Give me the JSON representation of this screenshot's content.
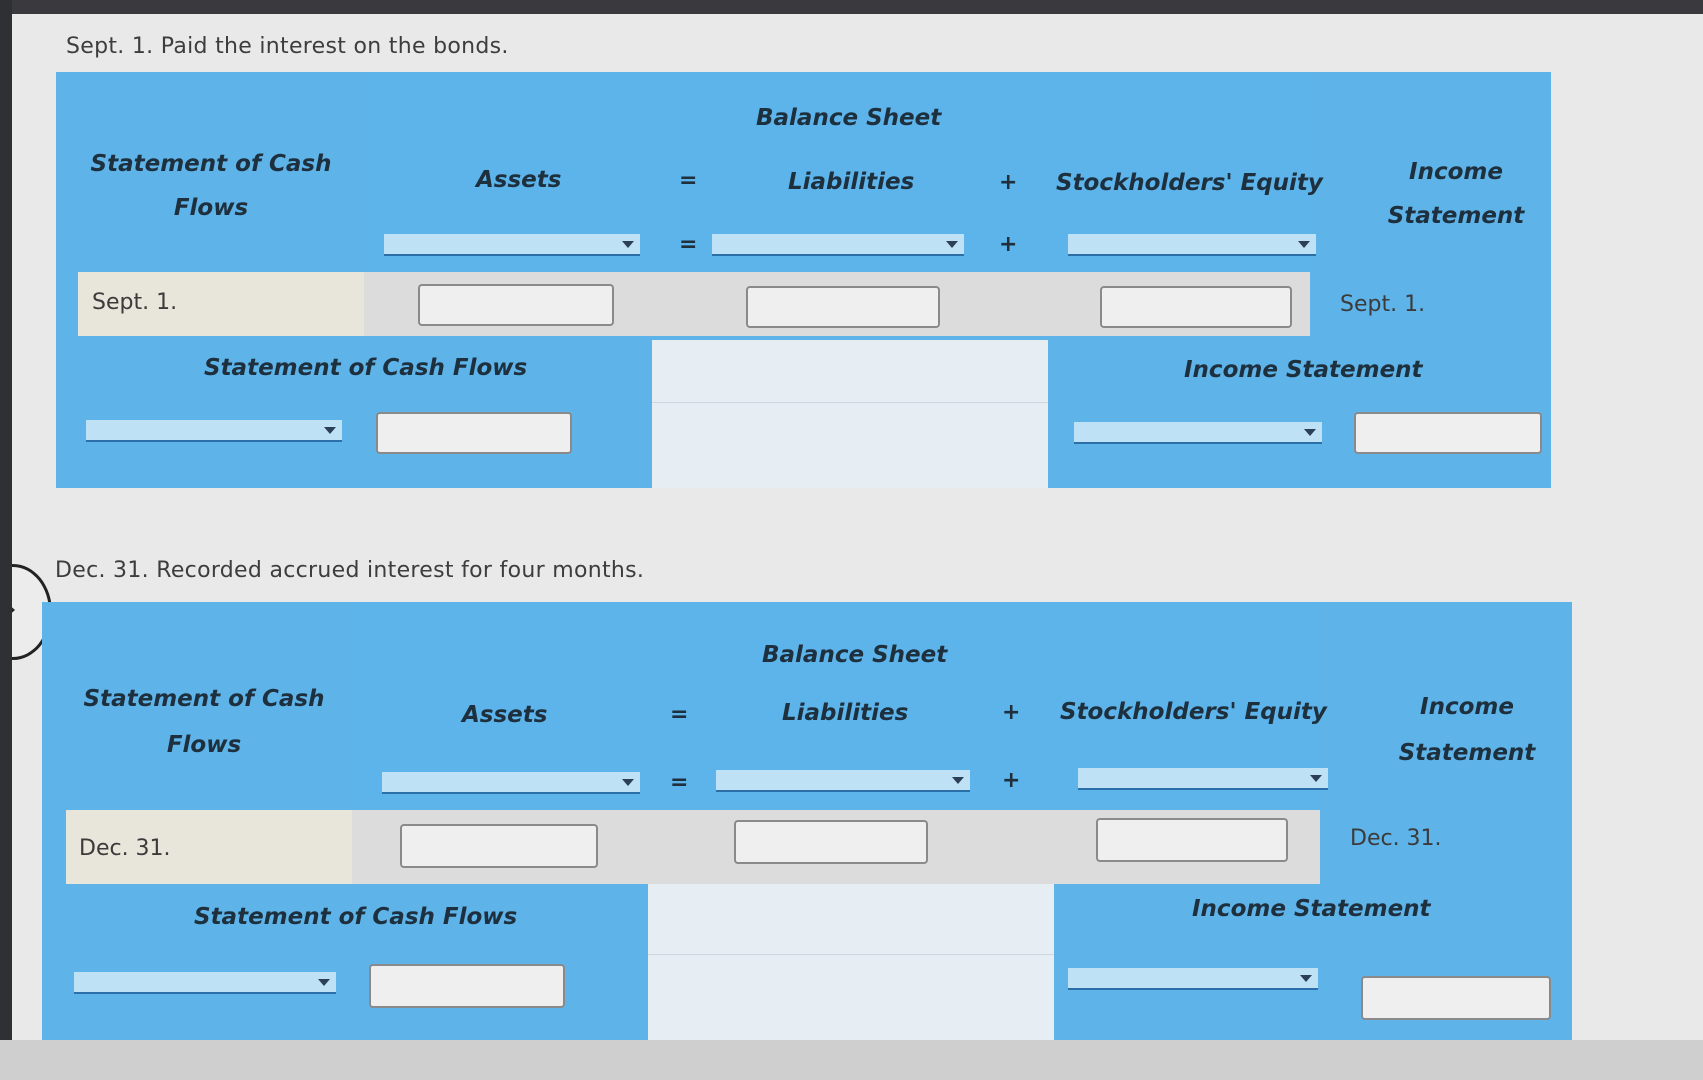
{
  "transactions": [
    {
      "instruction": "Sept. 1. Paid the interest on the bonds.",
      "header_balance_sheet": "Balance Sheet",
      "header_scf": "Statement of Cash Flows",
      "header_assets": "Assets",
      "header_liabilities": "Liabilities",
      "header_equity": "Stockholders' Equity",
      "header_income": "Income Statement",
      "op_equals": "=",
      "op_plus": "+",
      "row_label": "Sept. 1.",
      "row_label_right": "Sept. 1.",
      "lower_scf": "Statement of Cash Flows",
      "lower_income": "Income Statement"
    },
    {
      "instruction": "Dec. 31. Recorded accrued interest for four months.",
      "header_balance_sheet": "Balance Sheet",
      "header_scf": "Statement of Cash Flows",
      "header_assets": "Assets",
      "header_liabilities": "Liabilities",
      "header_equity": "Stockholders' Equity",
      "header_income": "Income Statement",
      "op_equals": "=",
      "op_plus": "+",
      "row_label": "Dec. 31.",
      "row_label_right": "Dec. 31.",
      "lower_scf": "Statement of Cash Flows",
      "lower_income": "Income Statement"
    }
  ],
  "colors": {
    "panel": "#5eb3e8",
    "row": "#dcdcdc",
    "input_border": "#8a8a8a"
  }
}
